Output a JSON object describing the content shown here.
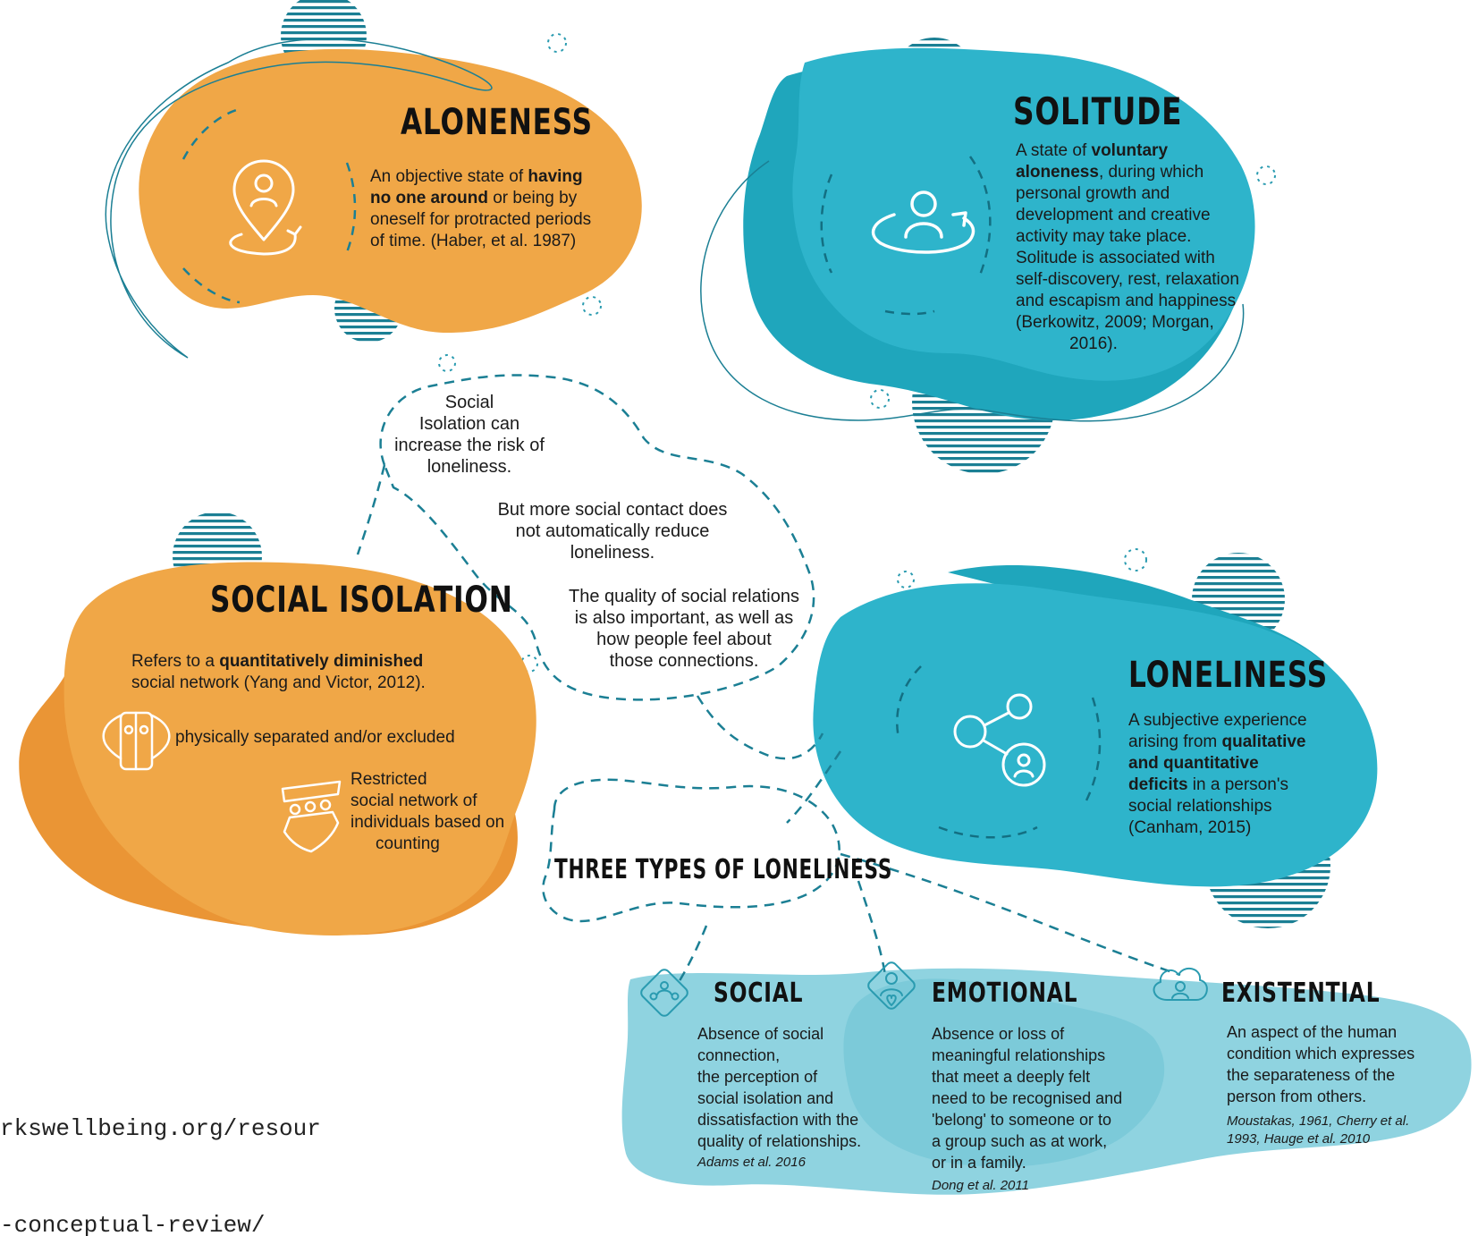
{
  "colors": {
    "orange": "#f0a747",
    "orange_dark": "#ea9535",
    "teal": "#2eb4cb",
    "teal_dark": "#1fa6bc",
    "teal_light": "#8fd3e0",
    "stripe": "#1b7f94"
  },
  "aloneness": {
    "title": "ALONENESS",
    "l1a": "An objective state of ",
    "l1b": "having",
    "l2a": "no one around",
    "l2b": " or being by",
    "l3": "oneself for protracted periods",
    "l4": "of time. (Haber, et al. 1987)",
    "icon": "person-location-pin-icon"
  },
  "solitude": {
    "title": "SOLITUDE",
    "l1a": "A state of ",
    "l1b": "voluntary",
    "l2a": "aloneness",
    "l2b": ", during which",
    "l3": "personal growth and",
    "l4": "development and creative",
    "l5": "activity may take place.",
    "l6": "Solitude is associated with",
    "l7": "self-discovery, rest, relaxation",
    "l8": "and escapism and happiness",
    "l9": "(Berkowitz, 2009; Morgan,",
    "l10": "2016).",
    "icon": "person-circle-arrow-icon"
  },
  "middle": {
    "p1": [
      "Social",
      "Isolation can",
      "increase the risk of",
      "loneliness."
    ],
    "p2": [
      "But more social contact does",
      "not automatically reduce",
      "loneliness."
    ],
    "p3": [
      "The quality of social relations",
      "is also important, as well as",
      "how people feel about",
      "those connections."
    ]
  },
  "social_isolation": {
    "title": "SOCIAL ISOLATION",
    "l1a": "Refers to a ",
    "l1b": "quantitatively diminished",
    "l2": "social network (Yang and Victor, 2012).",
    "item1": "physically separated and/or excluded",
    "item2": [
      "Restricted",
      "social network of",
      "individuals based on",
      "counting"
    ],
    "icon1": "separated-people-icon",
    "icon2": "group-network-icon"
  },
  "loneliness": {
    "title": "LONELINESS",
    "l1": "A subjective experience",
    "l2a": "arising from ",
    "l2b": "qualitative",
    "l3b": "and quantitative",
    "l4a": "deficits",
    "l4b": " in a person's",
    "l5": "social relationships",
    "l6": "(Canham, 2015)",
    "icon": "share-network-person-icon"
  },
  "three_types": {
    "title": "THREE TYPES OF LONELINESS"
  },
  "types": [
    {
      "title": "SOCIAL",
      "icon": "group-people-icon",
      "lines": [
        "Absence of social",
        "connection,",
        "the perception of",
        "social isolation and",
        "dissatisfaction with the",
        "quality of relationships."
      ],
      "cite": "Adams et al. 2016"
    },
    {
      "title": "EMOTIONAL",
      "icon": "person-heart-icon",
      "lines": [
        "Absence or loss of",
        "meaningful relationships",
        "that meet a deeply felt",
        "need to be recognised and",
        "'belong' to someone or to",
        "a group such as at work,",
        "or in a family."
      ],
      "cite": "Dong et al. 2011"
    },
    {
      "title": "EXISTENTIAL",
      "icon": "person-cloud-icon",
      "lines": [
        "An aspect of the human",
        "condition which expresses",
        "the separateness of the",
        "person from others."
      ],
      "cite": [
        "Moustakas, 1961, Cherry et al.",
        "1993, Hauge et al. 2010"
      ]
    }
  ],
  "url": {
    "l1": "rkswellbeing.org/resour",
    "l2": "-conceptual-review/"
  }
}
